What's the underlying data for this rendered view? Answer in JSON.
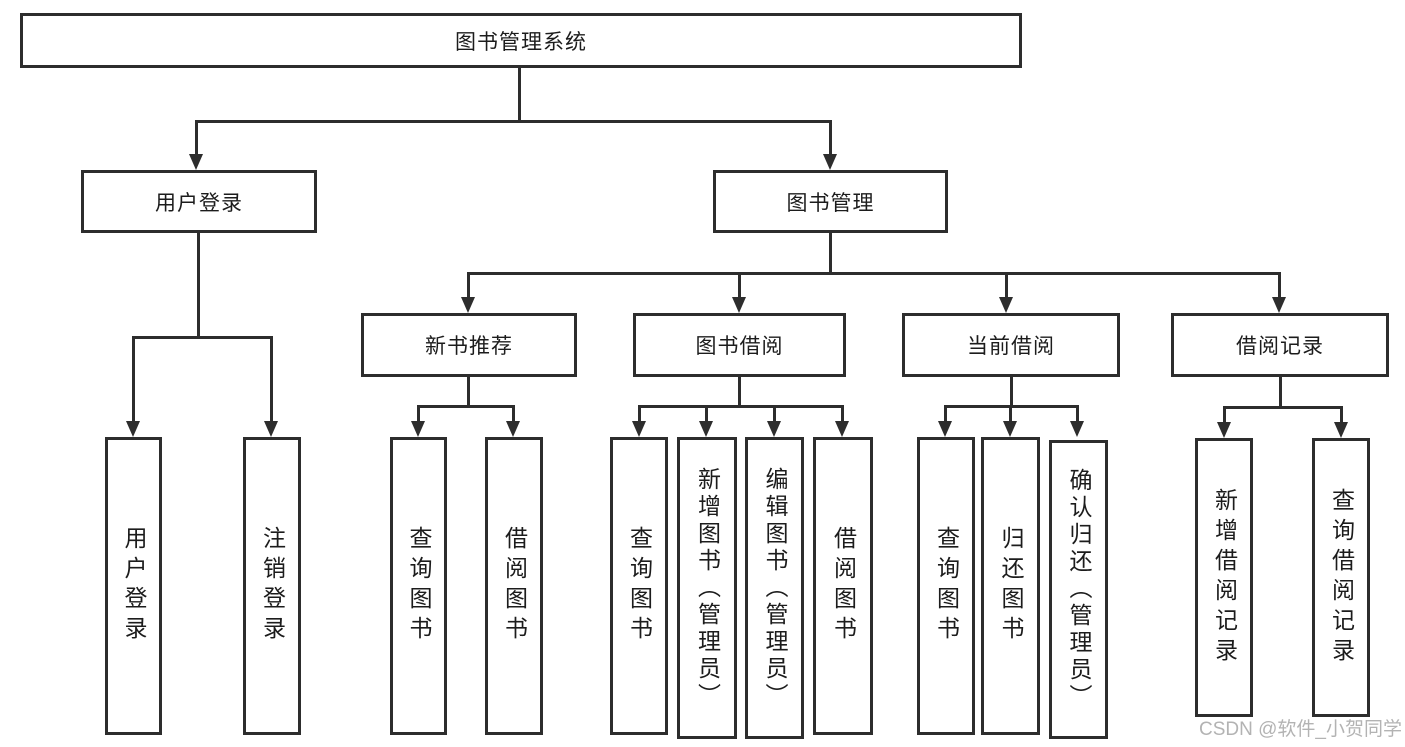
{
  "tree": {
    "root": "图书管理系统",
    "level2": [
      "用户登录",
      "图书管理"
    ],
    "level3": [
      "新书推荐",
      "图书借阅",
      "当前借阅",
      "借阅记录"
    ],
    "leaves": {
      "user_login": [
        "用户登录",
        "注销登录"
      ],
      "new_book_recommend": [
        "查询图书",
        "借阅图书"
      ],
      "book_borrowing": [
        "查询图书",
        "新增图书（管理员）",
        "编辑图书（管理员）",
        "借阅图书"
      ],
      "current_borrowing": [
        "查询图书",
        "归还图书",
        "确认归还（管理员）"
      ],
      "borrowing_records": [
        "新增借阅记录",
        "查询借阅记录"
      ]
    }
  },
  "watermark": {
    "text": "CSDN @软件_小贺同学",
    "color": "#b3b3b3"
  },
  "colors": {
    "line": "#2d2d2d",
    "box_border": "#2d2d2d",
    "text": "#1c1c1c",
    "background": "#ffffff"
  }
}
